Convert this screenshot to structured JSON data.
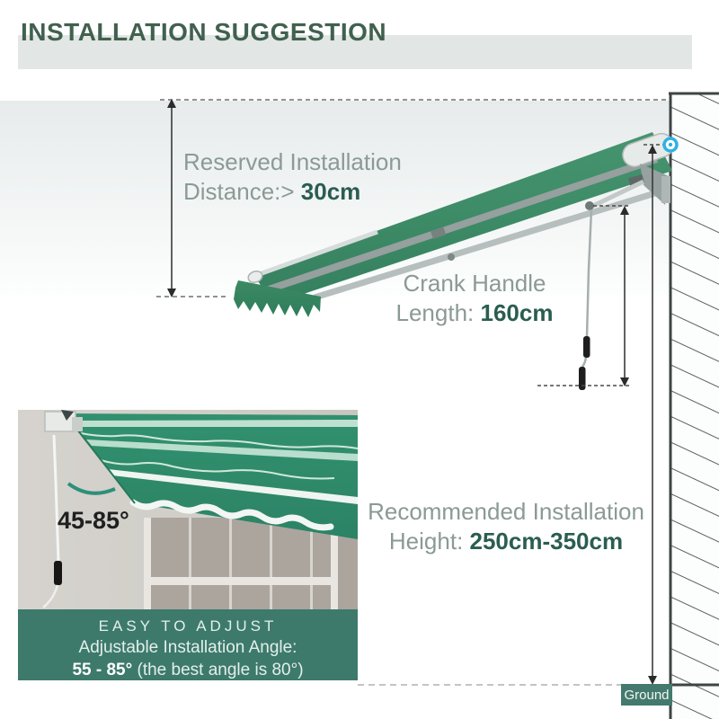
{
  "title": "INSTALLATION SUGGESTION",
  "diagram": {
    "reserved_line1": "Reserved Installation",
    "reserved_label": "Distance:> ",
    "reserved_value": "30cm",
    "crank_line1": "Crank Handle",
    "crank_label": "Length: ",
    "crank_value": "160cm",
    "height_line1": "Recommended Installation",
    "height_label": "Height: ",
    "height_value": "250cm-350cm",
    "ground_label": "Ground"
  },
  "inset": {
    "angle_range": "45-85°",
    "caption_title": "EASY TO ADJUST",
    "caption_line2": "Adjustable Installation Angle:",
    "caption_range": "55 - 85°",
    "caption_note": " (the best angle is 80°)"
  },
  "colors": {
    "title_green": "#41614F",
    "awning_green": "#3E8E6B",
    "teal_bar": "#3D7A6C",
    "muted_text": "#8B9A94",
    "value_text": "#2A5D50",
    "accent_orange": "#F2A52E",
    "marker_cyan": "#2FB1E3"
  }
}
